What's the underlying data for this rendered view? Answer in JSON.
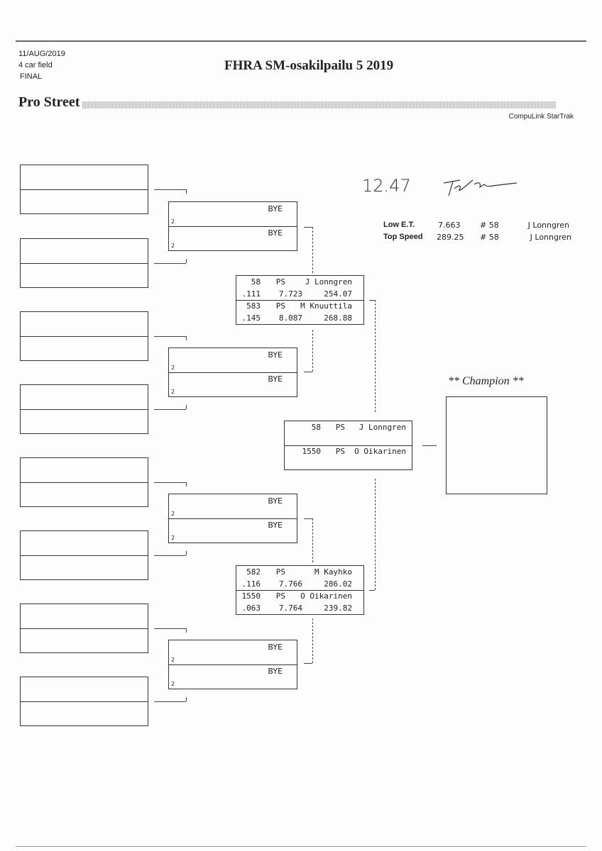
{
  "header": {
    "date": "11/AUG/2019",
    "field": "4 car field",
    "stage": "FINAL",
    "event_title": "FHRA SM-osakilpailu 5  2019",
    "category": "Pro Street",
    "software": "CompuLink StarTrak"
  },
  "handwritten": {
    "note": "12.47"
  },
  "records": [
    {
      "label": "Low  E.T.",
      "value": "7.663",
      "car": "# 58",
      "driver": "J Lonngren"
    },
    {
      "label": "Top Speed",
      "value": "289.25",
      "car": "# 58",
      "driver": "J Lonngren"
    }
  ],
  "round2": {
    "bye_label": "BYE",
    "lane_marker": "2"
  },
  "semis": [
    {
      "top": {
        "num": "58",
        "cls": "PS",
        "driver": "J Lonngren",
        "rt": ".111",
        "et": "7.723",
        "mph": "254.07"
      },
      "bottom": {
        "num": "583",
        "cls": "PS",
        "driver": "M Knuuttila",
        "rt": ".145",
        "et": "8.087",
        "mph": "268.88"
      }
    },
    {
      "top": {
        "num": "582",
        "cls": "PS",
        "driver": "M Kayhko",
        "rt": ".116",
        "et": "7.766",
        "mph": "286.02"
      },
      "bottom": {
        "num": "1550",
        "cls": "PS",
        "driver": "O Oikarinen",
        "rt": ".063",
        "et": "7.764",
        "mph": "239.82"
      }
    }
  ],
  "final": {
    "top": {
      "num": "58",
      "cls": "PS",
      "driver": "J Lonngren"
    },
    "bottom": {
      "num": "1550",
      "cls": "PS",
      "driver": "O Oikarinen"
    }
  },
  "champion": {
    "label": "** Champion **"
  }
}
